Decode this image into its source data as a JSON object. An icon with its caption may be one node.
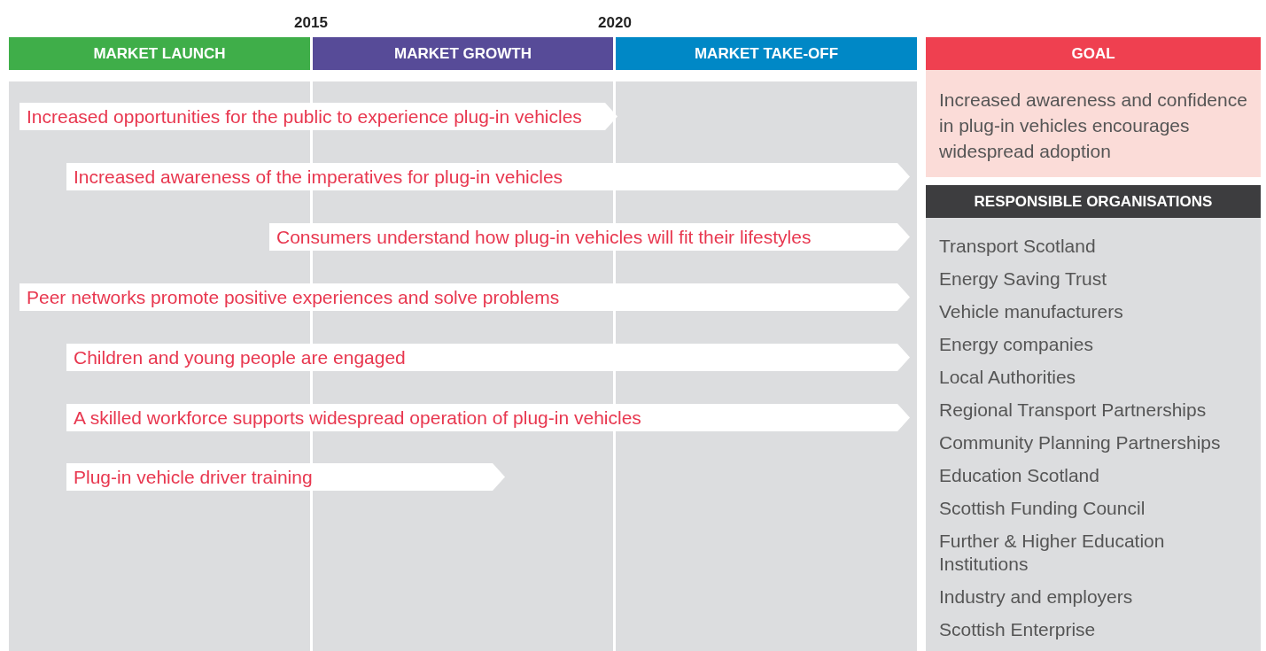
{
  "diagram": {
    "nodes": [
      {
        "text": [
          "MARKET LAUNCH"
        ]
      },
      {
        "text": [
          "MARKET GROWTH"
        ]
      },
      {
        "text": [
          "MARKET TAKE-OFF"
        ]
      },
      {
        "text": [
          "Increased opportunities for the public to experience plug-in vehicles"
        ]
      },
      {
        "text": [
          "Increased awareness of the imperatives for plug-in vehicles"
        ]
      },
      {
        "text": [
          "Consumers understand how plug-in vehicles will fit their lifestyles"
        ]
      },
      {
        "text": [
          "Peer networks promote positive experiences and solve problems"
        ]
      },
      {
        "text": [
          "Children and young people are engaged"
        ]
      },
      {
        "text": [
          "A skilled workforce supports widespread operation of plug-in vehicles"
        ]
      },
      {
        "text": [
          "Plug-in vehicle driver training"
        ]
      },
      {
        "text": [
          "GOAL",
          "Increased awareness and confidence in plug-in vehicles encourages widespread adoption"
        ]
      },
      {
        "text": [
          "RESPONSIBLE ORGANISATIONS",
          "Transport Scotland",
          "Energy Saving Trust",
          "Vehicle manufacturers",
          "Energy companies",
          "Local Authorities",
          "Regional Transport Partnerships",
          "Community Planning Partnerships",
          "Education Scotland",
          "Scottish Funding Council",
          "Further & Higher Education Institutions",
          "Industry and employers",
          "Scottish Enterprise"
        ]
      }
    ],
    "edges": [],
    "labels": [
      "2015",
      "2020"
    ]
  }
}
